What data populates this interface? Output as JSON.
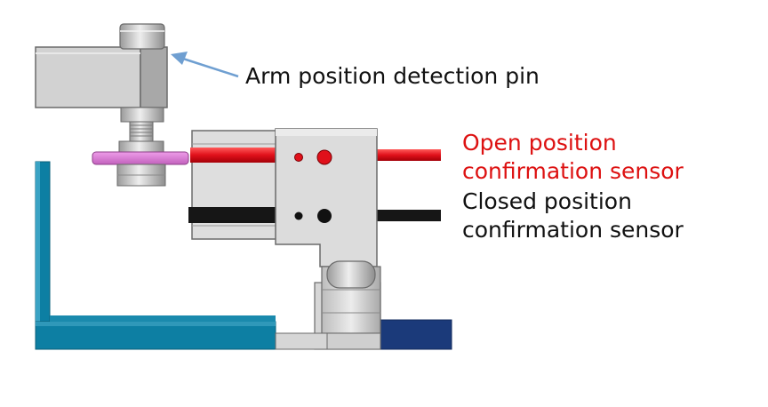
{
  "labels": {
    "arm_pin": "Arm position detection pin",
    "open_sensor": [
      "Open position",
      "confirmation sensor"
    ],
    "closed_sensor": [
      "Closed position",
      "confirmation sensor"
    ]
  },
  "colors": {
    "open_sensor_text": "#dd1111",
    "closed_sensor_text": "#111111",
    "arm_text": "#111111",
    "pointer_arrow": "#6f9fd1",
    "open_rod": "#e0101a",
    "closed_rod": "#111111",
    "bracket_teal": "#0d7fa3",
    "plate_navy": "#1b3a7a",
    "washer_pink": "#d77bd1",
    "metal_gray": "#cfcfcf"
  },
  "icons": {
    "arrow": "pointer-arrow"
  }
}
